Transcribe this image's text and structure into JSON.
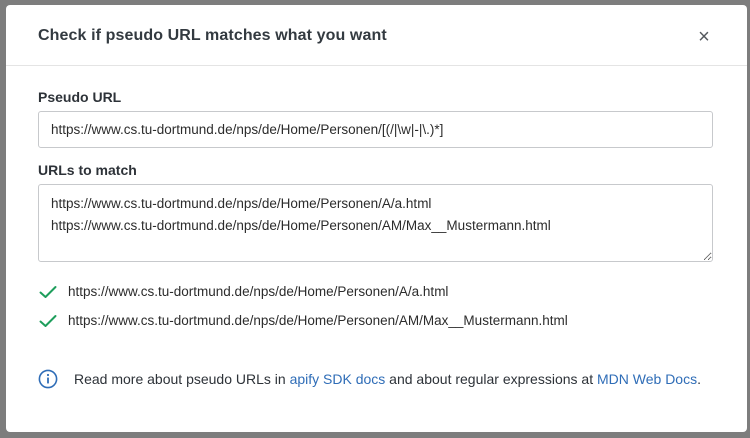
{
  "modal": {
    "title": "Check if pseudo URL matches what you want",
    "close_symbol": "×"
  },
  "pseudo_url": {
    "label": "Pseudo URL",
    "value": "https://www.cs.tu-dortmund.de/nps/de/Home/Personen/[(/|\\w|-|\\.)*]"
  },
  "urls_to_match": {
    "label": "URLs to match",
    "value": "https://www.cs.tu-dortmund.de/nps/de/Home/Personen/A/a.html\nhttps://www.cs.tu-dortmund.de/nps/de/Home/Personen/AM/Max__Mustermann.html"
  },
  "matches": [
    {
      "url": "https://www.cs.tu-dortmund.de/nps/de/Home/Personen/A/a.html",
      "icon": "check-icon"
    },
    {
      "url": "https://www.cs.tu-dortmund.de/nps/de/Home/Personen/AM/Max__Mustermann.html",
      "icon": "check-icon"
    }
  ],
  "info": {
    "icon": "info-icon",
    "text_before": "Read more about pseudo URLs in ",
    "link1": "apify SDK docs",
    "text_middle": " and about regular expressions at ",
    "link2": "MDN Web Docs",
    "text_after": "."
  },
  "colors": {
    "accent": "#2f6db7",
    "success": "#1e9e5c",
    "overlay": "#7d7d7d"
  }
}
